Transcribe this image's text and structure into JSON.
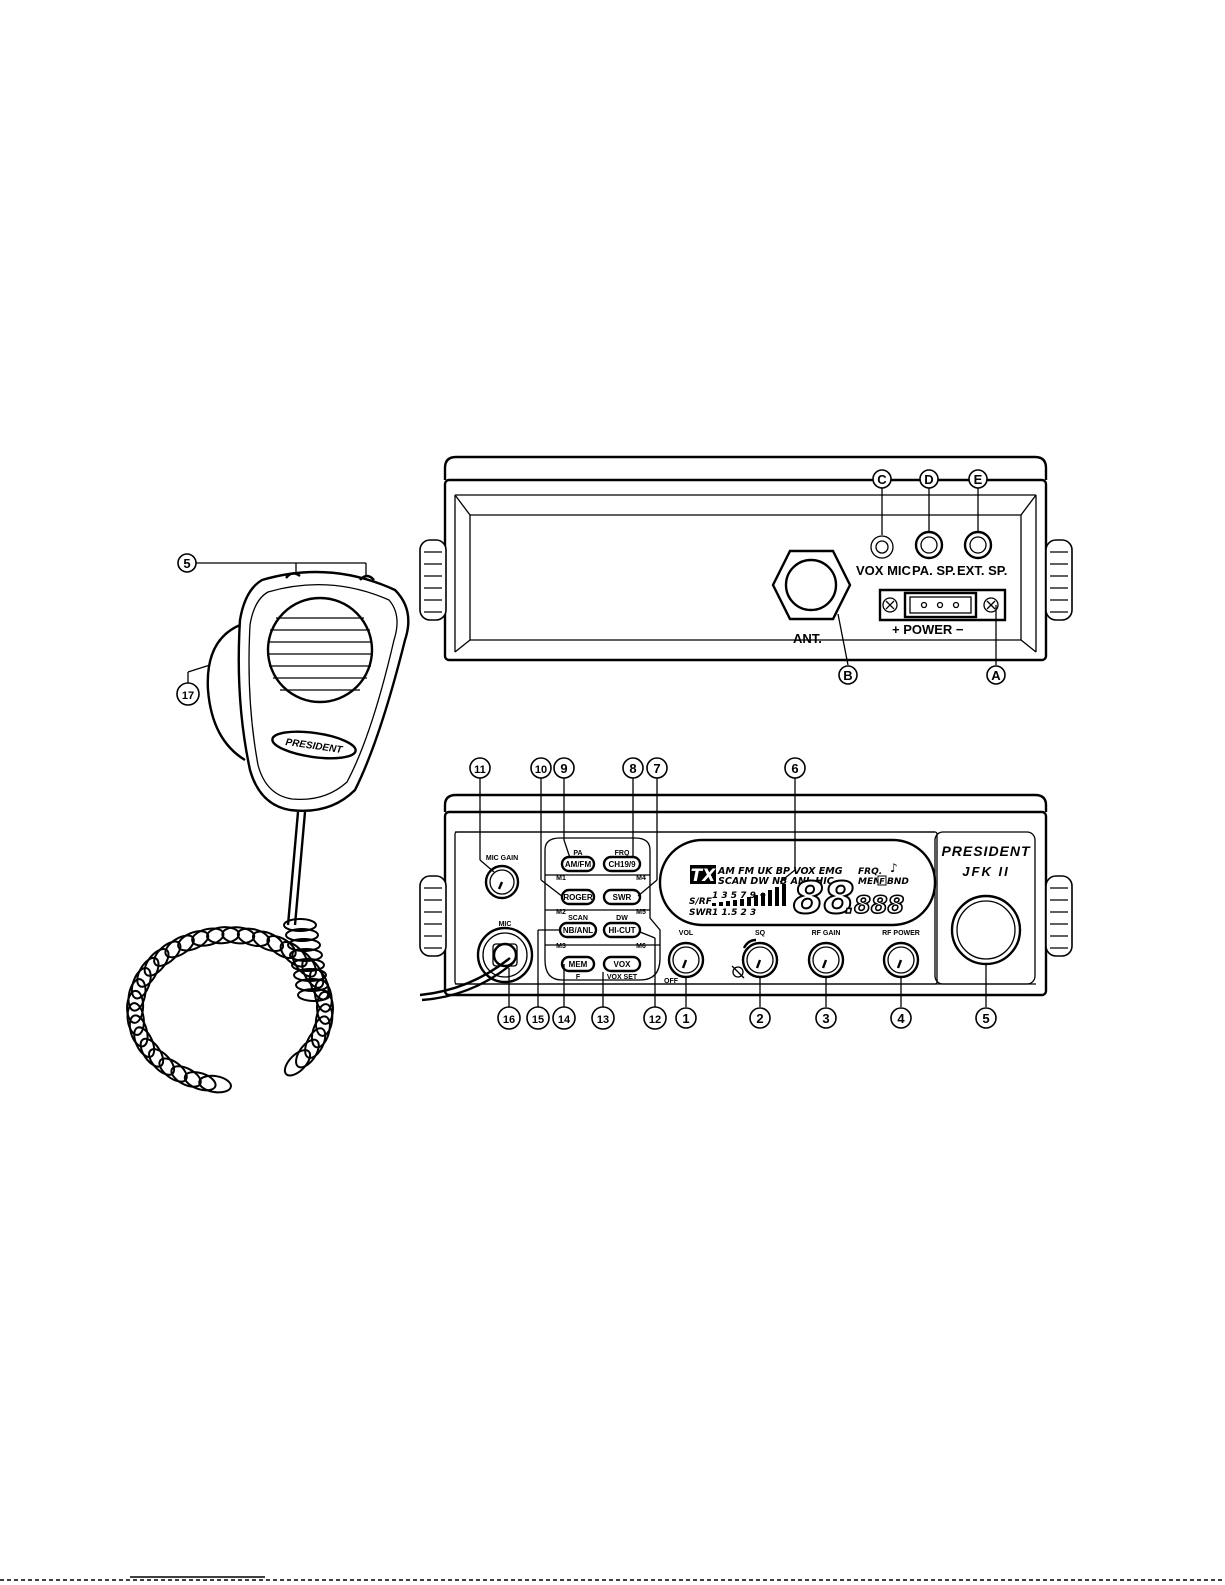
{
  "rear_panel": {
    "labels": {
      "vox_mic": "VOX MIC",
      "pa_sp": "PA. SP.",
      "ext_sp": "EXT. SP.",
      "ant": "ANT.",
      "power": "+  POWER  −"
    },
    "callouts": {
      "c": "C",
      "d": "D",
      "e": "E",
      "b": "B",
      "a": "A"
    }
  },
  "microphone": {
    "brand": "PRESIDENT",
    "callouts": {
      "top_buttons": "5",
      "ptt": "17"
    }
  },
  "front_panel": {
    "brand": "PRESIDENT",
    "model": "JFK II",
    "labels": {
      "mic_gain": "MIC GAIN",
      "mic": "MIC",
      "vol": "VOL",
      "off": "OFF",
      "sq": "SQ",
      "rf_gain": "RF GAIN",
      "rf_power": "RF POWER"
    },
    "buttons": {
      "pa": "PA",
      "am_fm": "AM/FM",
      "frq": "FRQ",
      "ch19_9": "CH19/9",
      "roger": "ROGER",
      "swr": "SWR",
      "scan": "SCAN",
      "nb_anl": "NB/ANL",
      "dw": "DW",
      "hi_cut": "HI-CUT",
      "mem": "MEM",
      "f": "F",
      "vox": "VOX",
      "vox_set": "VOX SET",
      "m1": "M1",
      "m2": "M2",
      "m3": "M3",
      "m4": "M4",
      "m5": "M5",
      "m6": "M6"
    },
    "display": {
      "tx": "TX",
      "row1": "AM FM UK BP VOX EMG",
      "row2": "SCAN DW NB ANL HIC",
      "srf": "S/RF",
      "srf_scale": "1  3  5     7    9  +",
      "swr": "SWR",
      "swr_scale": "1  1.5   2  3",
      "channel": "88",
      "freq": ".888",
      "frq": "FRQ.",
      "mem": "MEM",
      "mem_box": "F",
      "note": "♪",
      "bnd": "BND"
    },
    "callouts": {
      "n1": "1",
      "n2": "2",
      "n3": "3",
      "n4": "4",
      "n5": "5",
      "n6": "6",
      "n7": "7",
      "n8": "8",
      "n9": "9",
      "n10": "10",
      "n11": "11",
      "n12": "12",
      "n13": "13",
      "n14": "14",
      "n15": "15",
      "n16": "16"
    }
  }
}
